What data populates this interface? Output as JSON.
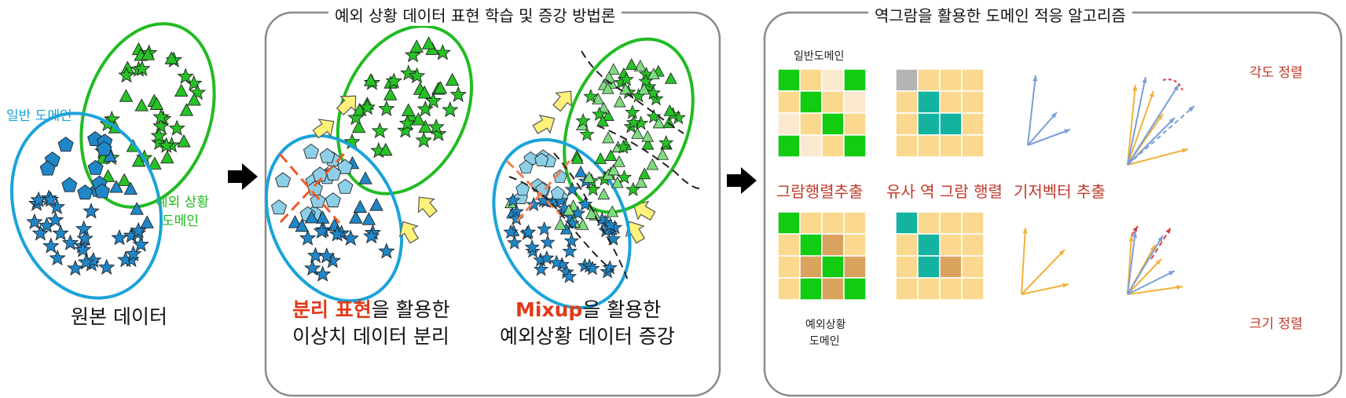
{
  "left": {
    "normal_domain_label": "일반 도메인",
    "exception_domain_label_line1": "예외 상황",
    "exception_domain_label_line2": "도메인",
    "caption": "원본 데이터"
  },
  "middle": {
    "title": "예외 상황 데이터 표현 학습 및 증강 방법론",
    "sep_caption_highlight": "분리 표현",
    "sep_caption_rest": "을 활용한",
    "sep_caption_line2": "이상치 데이터 분리",
    "mix_caption_highlight": "Mixup",
    "mix_caption_rest": "을 활용한",
    "mix_caption_line2": "예외상황 데이터 증강"
  },
  "right": {
    "title": "역그람을 활용한 도메인 적응 알고리즘",
    "normal_domain_label": "일반도메인",
    "exception_domain_label_line1": "예외상황",
    "exception_domain_label_line2": "도메인",
    "gram_label": "그람행렬추출",
    "pseudo_inverse_label": "유사 역 그람 행렬",
    "basis_label": "기저벡터 추출",
    "angle_label": "각도 정렬",
    "size_label": "크기 정렬"
  },
  "colors": {
    "blue_domain": "#1aa3d9",
    "green_domain": "#22bb22",
    "highlight_red": "#e23a1a",
    "label_red": "#c0392b",
    "cell_light": "#fad98f",
    "cell_green": "#11cc11",
    "cell_teal": "#14b3a0",
    "cell_brown": "#d9a35e",
    "cell_pale": "#fbe9cf",
    "cell_gray": "#b4b4b4"
  }
}
